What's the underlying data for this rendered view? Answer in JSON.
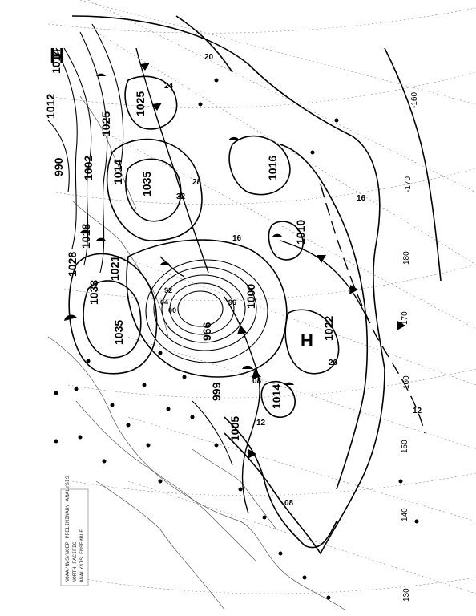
{
  "chart_header": {
    "lines": [
      "NOAA/NWS/NCEP PRELIMINARY ANALYSIS",
      "NORTH PACIFIC",
      "ANALYSIS ENSEMBLE"
    ]
  },
  "pressure_centers": [
    {
      "type": "H",
      "pressure": "1014"
    },
    {
      "type": "H",
      "pressure": "1012"
    },
    {
      "type": "H",
      "pressure": "1035"
    },
    {
      "type": "H",
      "pressure": "1025"
    },
    {
      "type": "H",
      "pressure": "1025"
    },
    {
      "type": "L",
      "pressure": "990"
    },
    {
      "type": "L",
      "pressure": "1002"
    },
    {
      "type": "L",
      "pressure": "1014"
    },
    {
      "type": "L",
      "pressure": "1018"
    },
    {
      "type": "H",
      "pressure": "1028"
    },
    {
      "type": "L",
      "pressure": "1033"
    },
    {
      "type": "L",
      "pressure": "1021"
    },
    {
      "type": "H",
      "pressure": "1035"
    },
    {
      "type": "L",
      "pressure": "966"
    },
    {
      "type": "L",
      "pressure": "1000"
    },
    {
      "type": "L",
      "pressure": "1016"
    },
    {
      "type": "L",
      "pressure": "1010"
    },
    {
      "type": "H",
      "pressure": "1022"
    },
    {
      "type": "L",
      "pressure": "1014"
    },
    {
      "type": "L",
      "pressure": "999"
    },
    {
      "type": "L",
      "pressure": "1005"
    }
  ],
  "isobar_labels": [
    "20",
    "24",
    "28",
    "32",
    "16",
    "12",
    "08",
    "04",
    "00",
    "96",
    "92",
    "16",
    "20",
    "08",
    "12"
  ],
  "longitude_labels": [
    "-160",
    "-170",
    "180",
    "170",
    "160",
    "150",
    "140",
    "130"
  ],
  "colors": {
    "lines": "#000000",
    "grid": "#8a8a8a",
    "coast": "#555555",
    "background": "#ffffff"
  }
}
